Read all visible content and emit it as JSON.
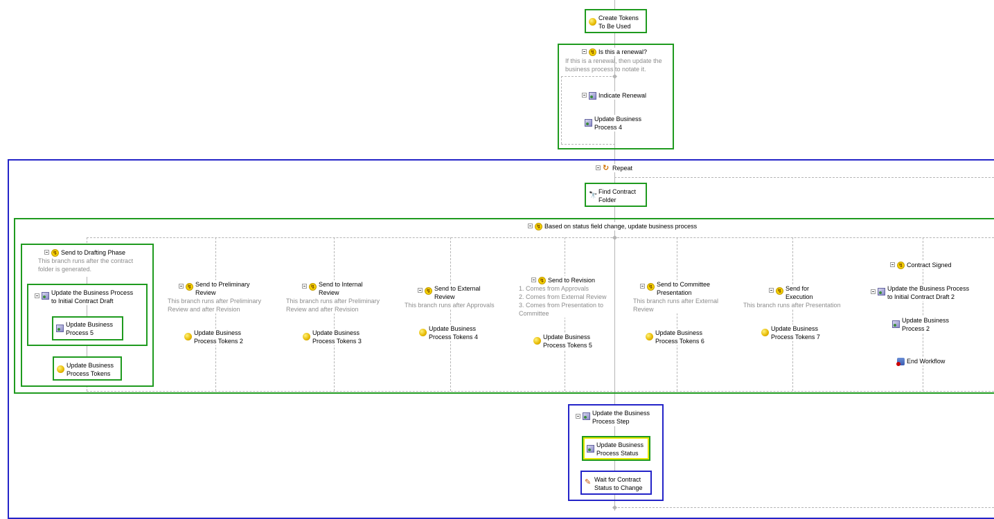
{
  "top": {
    "create_tokens": "Create Tokens\nTo Be Used",
    "renewal_title": "Is this a renewal?",
    "renewal_desc": "If this is a renewal, then update the\nbusiness process to notate it.",
    "indicate_renewal": "Indicate Renewal",
    "update_bp4": "Update Business\nProcess 4"
  },
  "repeat": {
    "title": "Repeat",
    "find_folder": "Find Contract\nFolder",
    "branch_title": "Based on status field change, update business process"
  },
  "branches": {
    "drafting": {
      "title": "Send to Drafting Phase",
      "desc": "This branch runs after the contract\nfolder is generated.",
      "update_initial": "Update the Business Process\nto Initial Contract Draft",
      "update_bp5": "Update Business\nProcess 5",
      "update_tokens": "Update Business\nProcess Tokens"
    },
    "preliminary": {
      "title": "Send to Preliminary\nReview",
      "desc": "This branch runs after Preliminary\nReview and after Revision",
      "tokens": "Update Business\nProcess Tokens 2"
    },
    "internal": {
      "title": "Send to Internal\nReview",
      "desc": "This branch runs after Preliminary\nReview and after Revision",
      "tokens": "Update Business\nProcess Tokens 3"
    },
    "external": {
      "title": "Send to External\nReview",
      "desc": "This branch runs after Approvals",
      "tokens": "Update Business\nProcess Tokens 4"
    },
    "revision": {
      "title": "Send to Revision",
      "desc": "1. Comes from Approvals\n2. Comes from External Review\n3. Comes from Presentation to\nCommittee",
      "tokens": "Update Business\nProcess Tokens 5"
    },
    "committee": {
      "title": "Send to Committee\nPresentation",
      "desc": "This branch runs after External\nReview",
      "tokens": "Update Business\nProcess Tokens 6"
    },
    "execution": {
      "title": "Send for\nExecution",
      "desc": "This branch runs after Presentation",
      "tokens": "Update Business\nProcess Tokens 7"
    },
    "signed": {
      "title": "Contract Signed",
      "update_initial2": "Update the Business Process\nto Initial Contract Draft 2",
      "update_bp2": "Update Business\nProcess 2",
      "end": "End Workflow"
    }
  },
  "bottom": {
    "update_step": "Update the Business\nProcess Step",
    "update_status": "Update Business\nProcess Status",
    "wait": "Wait for Contract\nStatus to Change"
  },
  "colors": {
    "selected_green": "#1e9a1e",
    "selected_blue": "#2323c8",
    "highlight_yellow": "#e6e600",
    "connector": "#b5b5b5",
    "description": "#8c8c8c"
  }
}
